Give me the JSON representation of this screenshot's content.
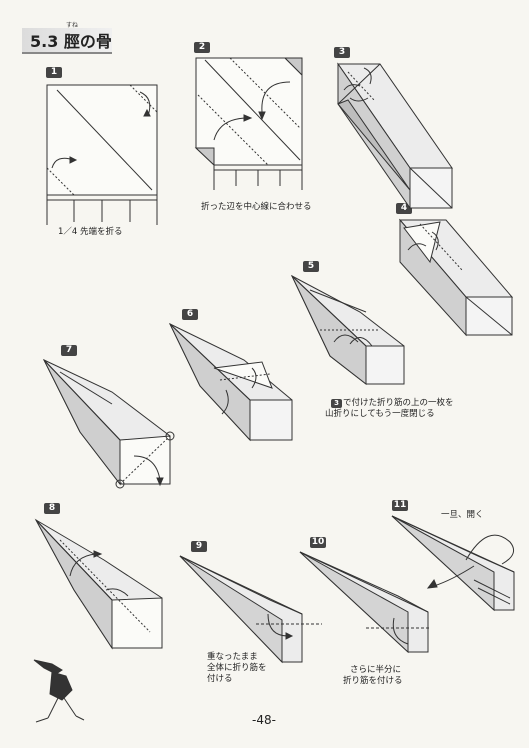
{
  "section": {
    "title": "5.3 脛の骨",
    "ruby": "すね"
  },
  "steps": [
    {
      "n": "1"
    },
    {
      "n": "2"
    },
    {
      "n": "3"
    },
    {
      "n": "4"
    },
    {
      "n": "5"
    },
    {
      "n": "6"
    },
    {
      "n": "7"
    },
    {
      "n": "8"
    },
    {
      "n": "9"
    },
    {
      "n": "10"
    },
    {
      "n": "11"
    }
  ],
  "captions": {
    "step1": "1／4 先端を折る",
    "step2": "折った辺を中心線に合わせる",
    "step5_badge": "3",
    "step5_line1": "で付けた折り筋の上の一枚を",
    "step5_line2": "山折りにしてもう一度閉じる",
    "step9_line1": "重なったまま",
    "step9_line2": "全体に折り筋を",
    "step9_line3": "付ける",
    "step10_line1": "さらに半分に",
    "step10_line2": "折り筋を付ける",
    "step11": "一旦、開く"
  },
  "page_number": "-48-",
  "colors": {
    "line": "#333333",
    "shade": "#c9c9c9",
    "badge": "#444444"
  }
}
